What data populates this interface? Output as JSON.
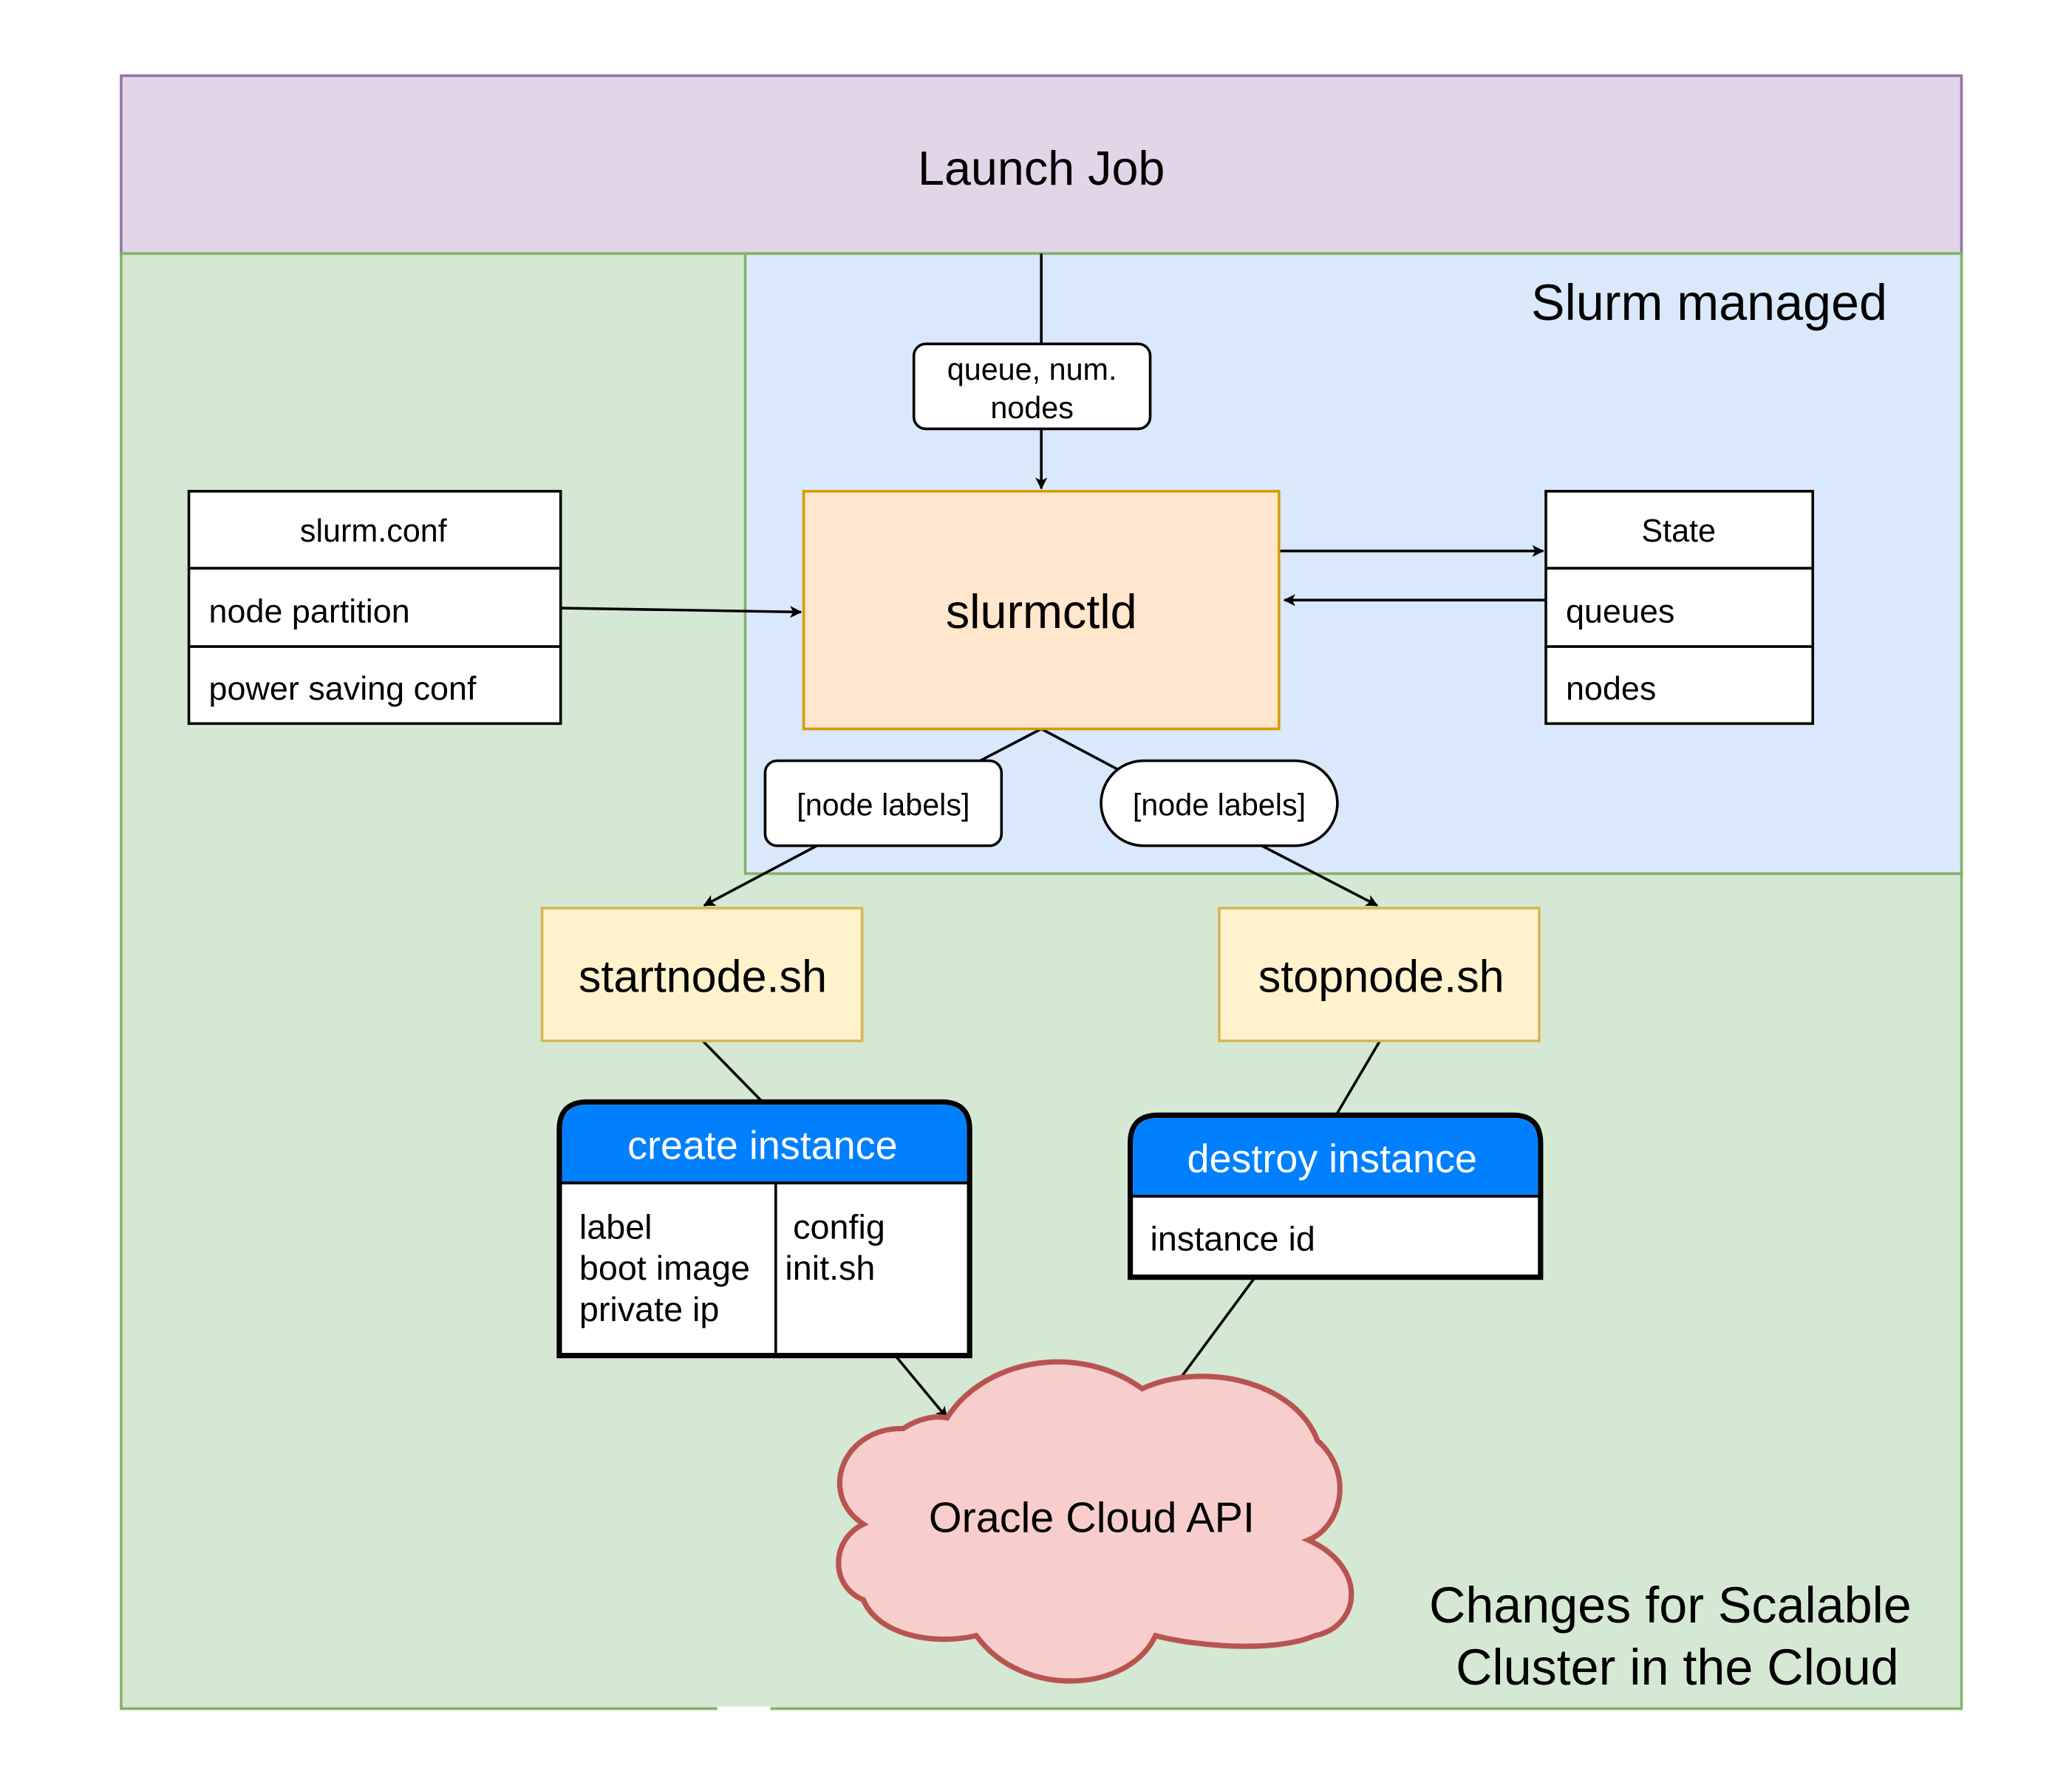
{
  "launch_job": {
    "label": "Launch Job"
  },
  "slurm_managed": {
    "label": "Slurm managed"
  },
  "cloud_changes": {
    "line1": "Changes for Scalable",
    "line2": "Cluster in the Cloud"
  },
  "edge_queue": {
    "line1": "queue, num.",
    "line2": "nodes"
  },
  "slurm_conf": {
    "title": "slurm.conf",
    "rows": [
      "node partition",
      "power saving conf"
    ]
  },
  "slurmctld": {
    "label": "slurmctld"
  },
  "state": {
    "title": "State",
    "rows": [
      "queues",
      "nodes"
    ]
  },
  "edge_start": {
    "label": "[node labels]"
  },
  "edge_stop": {
    "label": "[node labels]"
  },
  "startnode": {
    "label": "startnode.sh"
  },
  "stopnode": {
    "label": "stopnode.sh"
  },
  "create_instance": {
    "title": "create instance",
    "col1": [
      "label",
      "boot image",
      "private ip"
    ],
    "col2": [
      "config",
      "init.sh"
    ]
  },
  "destroy_instance": {
    "title": "destroy instance",
    "rows": [
      "instance id"
    ]
  },
  "oracle_cloud": {
    "label": "Oracle Cloud API"
  },
  "colors": {
    "launch_fill": "#e1d5e7",
    "launch_stroke": "#9673a6",
    "green_fill": "#d5e8d4",
    "green_stroke": "#82b366",
    "blue_fill": "#dae8fc",
    "blue_stroke": "#6c8ebf",
    "orange_fill": "#ffe6cc",
    "orange_stroke": "#d79b00",
    "yellow_fill": "#fff2cc",
    "yellow_stroke": "#d6b656",
    "api_header": "#007fff",
    "cloud_fill": "#f8cecc",
    "cloud_stroke": "#b85450"
  }
}
